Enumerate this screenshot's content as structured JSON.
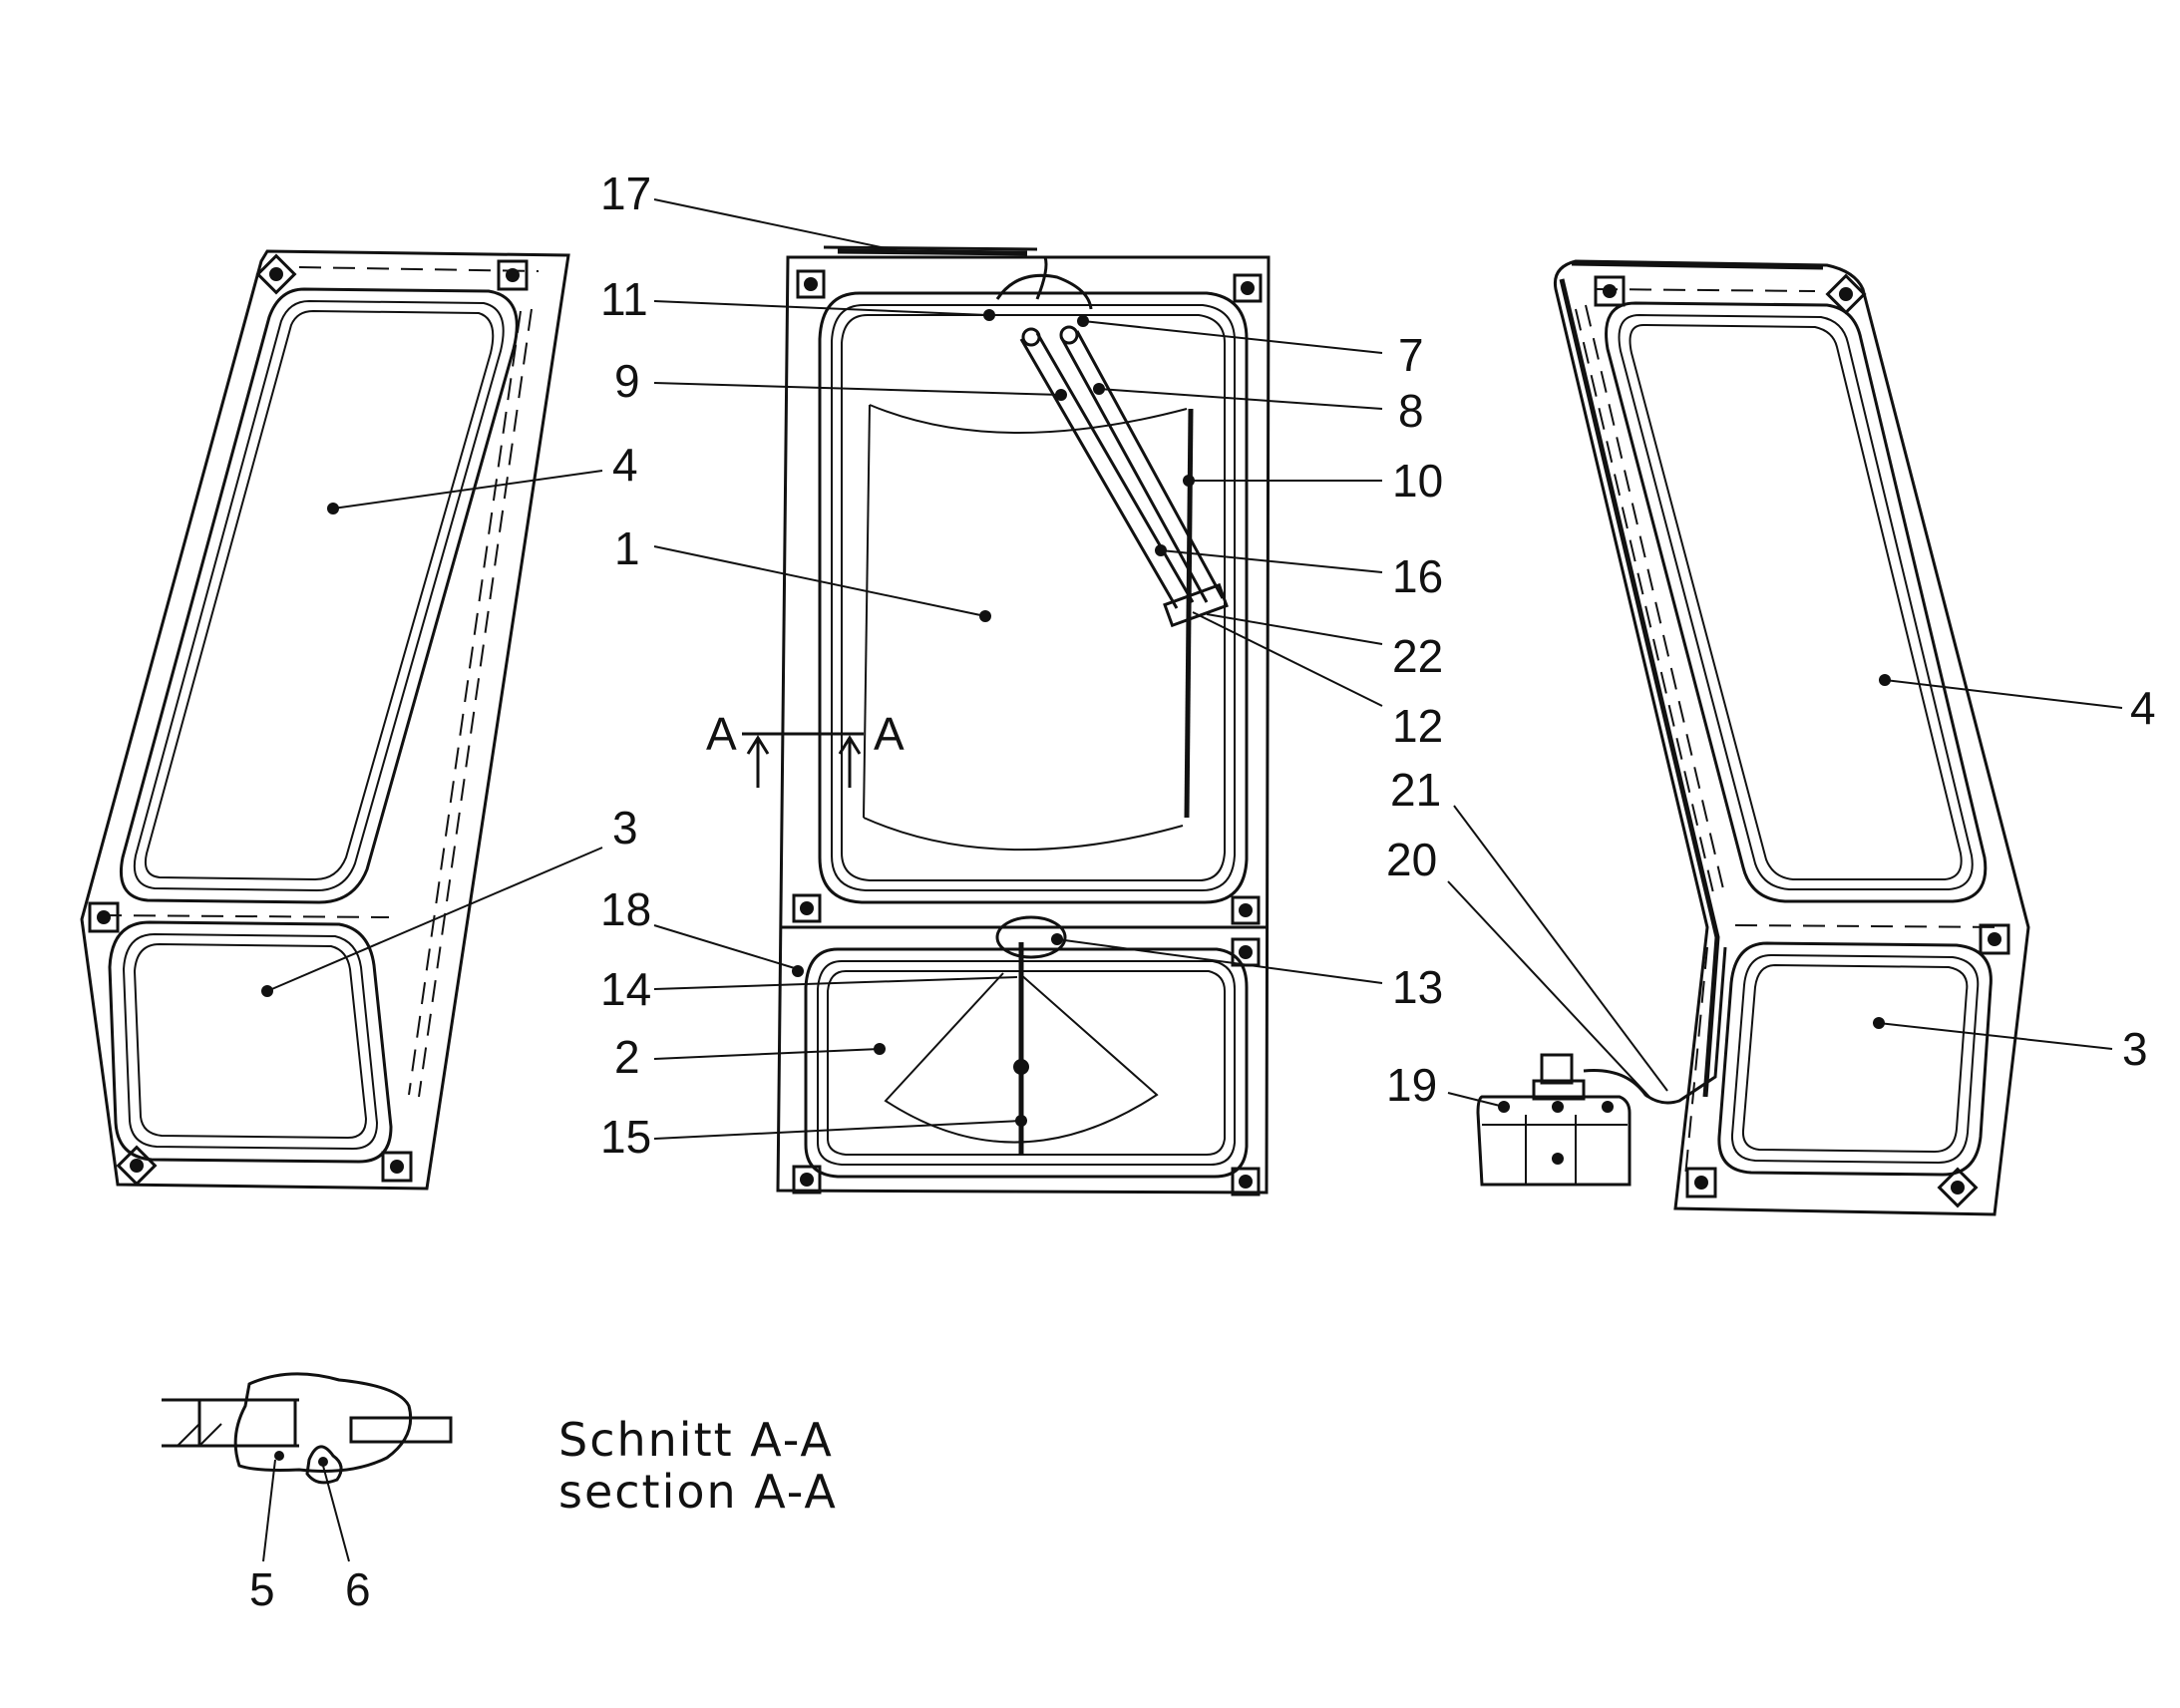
{
  "labels": {
    "p1": "1",
    "p2": "2",
    "p3": "3",
    "p4": "4",
    "p5": "5",
    "p6": "6",
    "p7": "7",
    "p8": "8",
    "p9": "9",
    "p10": "10",
    "p11": "11",
    "p12": "12",
    "p13": "13",
    "p14": "14",
    "p15": "15",
    "p16": "16",
    "p17": "17",
    "p18": "18",
    "p19": "19",
    "p20": "20",
    "p21": "21",
    "p22": "22",
    "section_mark": "A"
  },
  "caption": {
    "line1": "Schnitt A-A",
    "line2": "section A-A"
  }
}
